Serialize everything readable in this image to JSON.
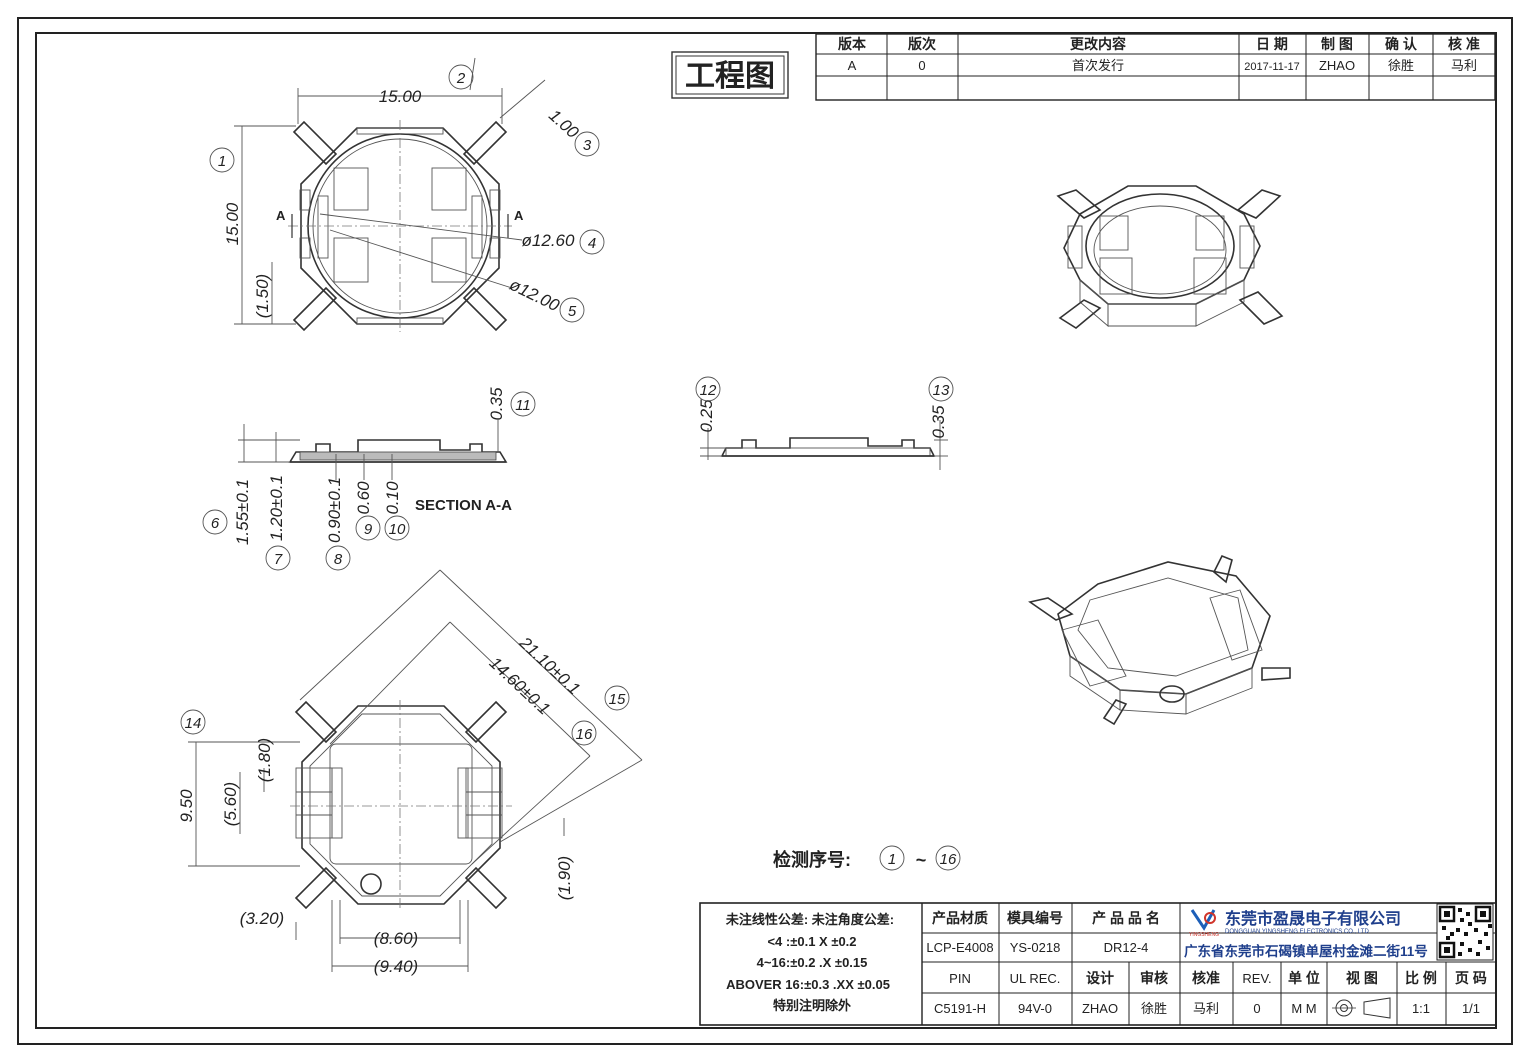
{
  "title_badge": "工程图",
  "revision": {
    "headers": [
      "版本",
      "版次",
      "更改内容",
      "日 期",
      "制 图",
      "确 认",
      "核 准"
    ],
    "row": [
      "A",
      "0",
      "首次发行",
      "2017-11-17",
      "ZHAO",
      "徐胜",
      "马利"
    ]
  },
  "dims_top": {
    "width": "15.00",
    "height": "15.00",
    "offset": "(1.50)",
    "thickness": "1.00",
    "dia_outer": "ø12.60",
    "dia_inner": "ø12.00",
    "section_mark": "A"
  },
  "balloons": [
    "1",
    "2",
    "3",
    "4",
    "5",
    "6",
    "7",
    "8",
    "9",
    "10",
    "11",
    "12",
    "13",
    "14",
    "15",
    "16"
  ],
  "section": {
    "title": "SECTION A-A",
    "dims": [
      "1.55±0.1",
      "1.20±0.1",
      "0.90±0.1",
      "0.60",
      "0.10",
      "0.35"
    ]
  },
  "side_view": {
    "dims": [
      "0.25",
      "0.35"
    ]
  },
  "dims_bottom": {
    "diag_outer": "21.10±0.1",
    "diag_inner": "14.60±0.1",
    "height": "9.50",
    "inner_h": "(5.60)",
    "pad_h": "(1.80)",
    "right_h": "(1.90)",
    "left_w": "(3.20)",
    "w1": "(8.60)",
    "w2": "(9.40)"
  },
  "inspection": {
    "label": "检测序号:",
    "from": "1",
    "sep": "~",
    "to": "16"
  },
  "tolerance": {
    "heading": "未注线性公差:  未注角度公差:",
    "lines": [
      "<4 :±0.1  X ±0.2",
      "4~16:±0.2  .X ±0.15",
      "ABOVER 16:±0.3  .XX ±0.05",
      "特别注明除外"
    ]
  },
  "title_block": {
    "row1_labels": [
      "产品材质",
      "模具编号",
      "产 品 品 名"
    ],
    "row2_values": [
      "LCP-E4008",
      "YS-0218",
      "DR12-4"
    ],
    "row3_labels": [
      "PIN",
      "UL REC.",
      "设计",
      "审核",
      "核准",
      "REV.",
      "单 位",
      "视 图",
      "比 例",
      "页 码"
    ],
    "row4_values": [
      "C5191-H",
      "94V-0",
      "ZHAO",
      "徐胜",
      "马利",
      "0",
      "M M",
      "",
      "1:1",
      "1/1"
    ],
    "company": "东莞市盈晟电子有限公司",
    "company_en": "DONGGUAN YINGSHENG ELECTRONICS CO., LTD",
    "logo_text": "YINGSHENG",
    "address": "广东省东莞市石碣镇单屋村金滩二街11号"
  }
}
